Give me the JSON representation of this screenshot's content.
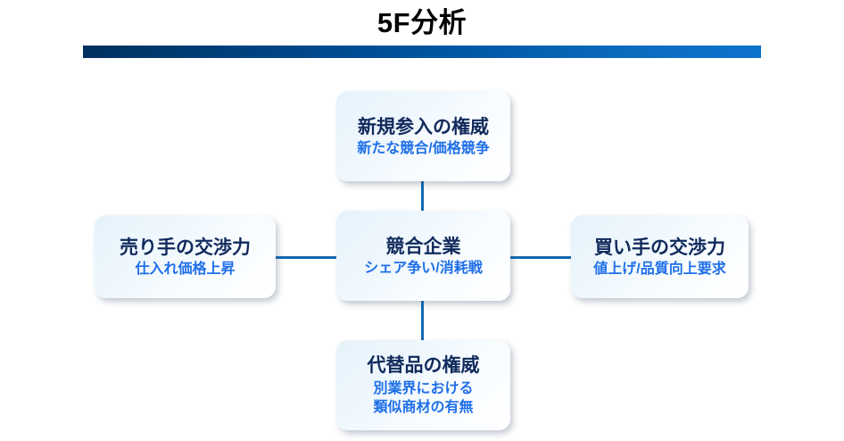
{
  "header": {
    "title": "5F分析",
    "rule_gradient_from": "#00315f",
    "rule_gradient_to": "#0d74cc"
  },
  "colors": {
    "node_title": "#112a5c",
    "node_subtitle": "#1f6fe8",
    "connector": "#1268b3",
    "node_fill_light": "#e6f2fb",
    "node_fill_white": "#ffffff",
    "page_background": "#ffffff"
  },
  "diagram": {
    "type": "five-forces",
    "nodes": {
      "new_entrants": {
        "title": "新規参入の権威",
        "subtitle_line1": "新たな競合/価格競争",
        "position": "top"
      },
      "rivalry": {
        "title": "競合企業",
        "subtitle_line1": "シェア争い/消耗戦",
        "position": "center"
      },
      "suppliers": {
        "title": "売り手の交渉力",
        "subtitle_line1": "仕入れ価格上昇",
        "position": "left"
      },
      "buyers": {
        "title": "買い手の交渉力",
        "subtitle_line1": "値上げ/品質向上要求",
        "position": "right"
      },
      "substitutes": {
        "title": "代替品の権威",
        "subtitle_line1": "別業界における",
        "subtitle_line2": "類似商材の有無",
        "position": "bottom"
      }
    },
    "connectors": [
      {
        "name": "top",
        "from": "rivalry",
        "to": "new_entrants",
        "orientation": "vertical"
      },
      {
        "name": "bottom",
        "from": "rivalry",
        "to": "substitutes",
        "orientation": "vertical"
      },
      {
        "name": "left",
        "from": "suppliers",
        "to": "rivalry",
        "orientation": "horizontal"
      },
      {
        "name": "right",
        "from": "rivalry",
        "to": "buyers",
        "orientation": "horizontal"
      }
    ]
  }
}
